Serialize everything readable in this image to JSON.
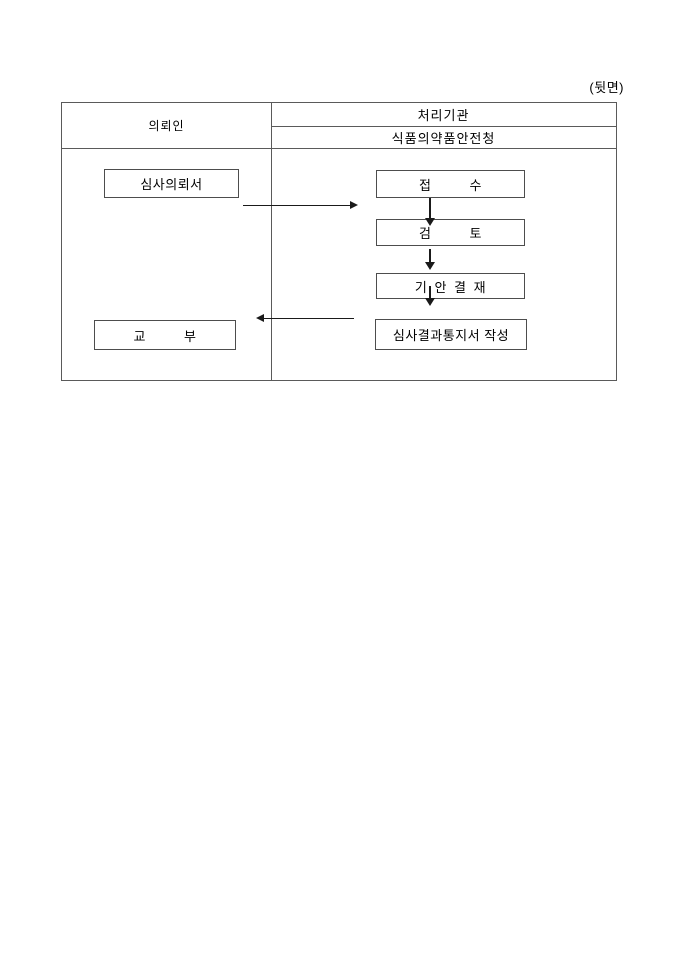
{
  "page": {
    "back_side_label": "(뒷면)"
  },
  "table": {
    "client_header": "의뢰인",
    "agency_header": "처리기관",
    "agency_subheader": "식품의약품안전청"
  },
  "flow": {
    "request": "심사의뢰서",
    "issuance": "교 부",
    "receipt": "접 수",
    "review": "검 토",
    "draft_approval": "기 안 결 재",
    "notice": "심사결과통지서 작성"
  },
  "colors": {
    "background": "#ffffff",
    "text": "#000000",
    "table_border": "#5a5a5a",
    "box_border": "#4d4d4d",
    "arrow": "#1a1a1a"
  }
}
